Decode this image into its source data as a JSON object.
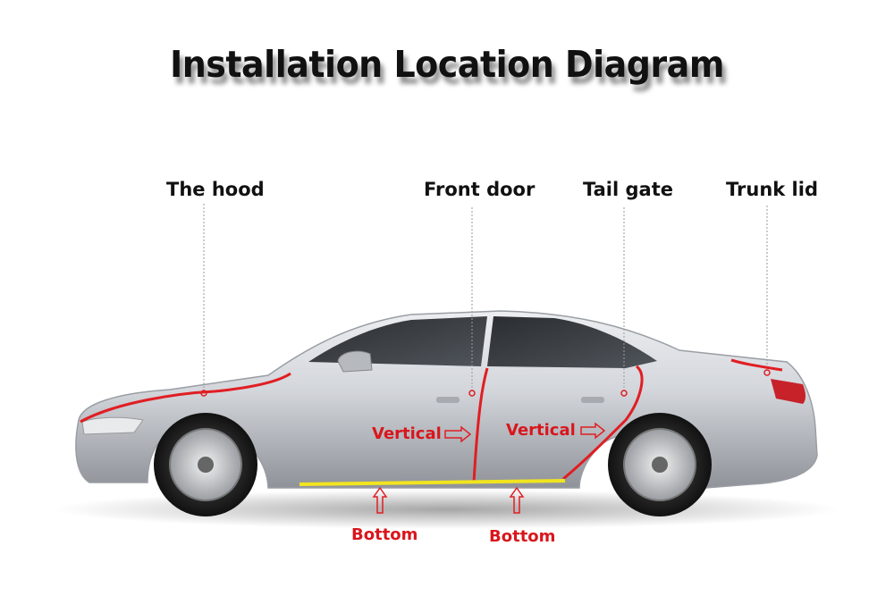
{
  "title": "Installation Location Diagram",
  "callouts": {
    "hood": "The hood",
    "front_door": "Front door",
    "tail_gate": "Tail gate",
    "trunk_lid": "Trunk lid"
  },
  "seal_labels": {
    "vertical_front": "Vertical",
    "vertical_rear": "Vertical",
    "bottom_front": "Bottom",
    "bottom_rear": "Bottom"
  },
  "colors": {
    "seal_line": "#e01e23",
    "bottom_line": "#f2e51e",
    "car_body": "#c9ccd1",
    "label_red": "#d9161c"
  }
}
